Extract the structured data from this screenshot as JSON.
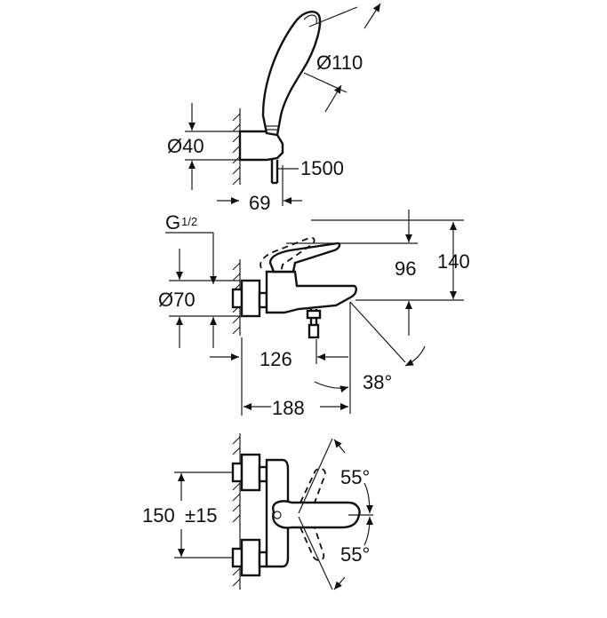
{
  "colors": {
    "line": "#111111",
    "background": "#ffffff"
  },
  "views": {
    "handshower": {
      "head_diameter": "Ø110",
      "holder_diameter": "Ø40",
      "hose_length": "1500",
      "projection": "69"
    },
    "mixer_side": {
      "thread": "G",
      "thread_fraction": "1/2",
      "rosette_diameter": "Ø70",
      "height_lever": "96",
      "height_total": "140",
      "spout_reach": "126",
      "lever_reach": "188",
      "spout_angle": "38°"
    },
    "mixer_front": {
      "center_distance": "150",
      "tolerance": "±15",
      "lever_angle_up": "55°",
      "lever_angle_down": "55°"
    }
  }
}
